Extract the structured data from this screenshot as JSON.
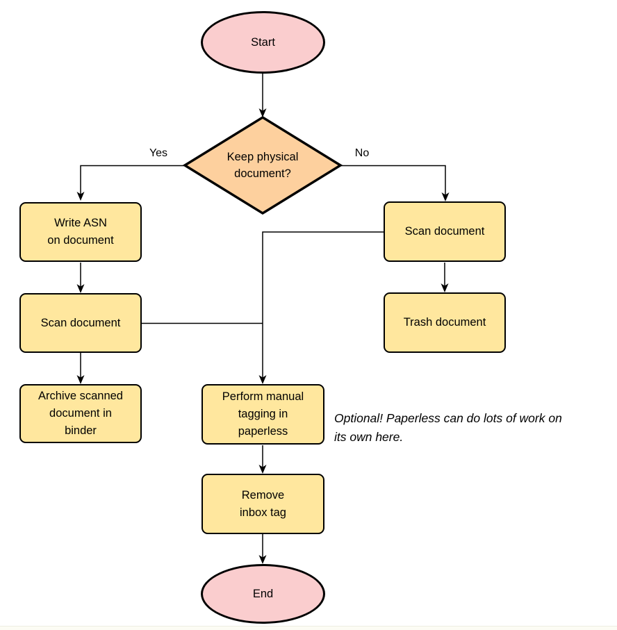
{
  "colors": {
    "process_fill": "#ffe79e",
    "decision_fill": "#fdd09e",
    "terminator_fill": "#facdce",
    "stroke": "#000000",
    "strip_fill": "#fcfcf4"
  },
  "nodes": {
    "start": {
      "label": "Start"
    },
    "decision": {
      "lines": [
        "Keep physical",
        "document?"
      ]
    },
    "write_asn": {
      "lines": [
        "Write ASN",
        "on document"
      ]
    },
    "scan_left": {
      "label": "Scan document"
    },
    "archive": {
      "lines": [
        "Archive scanned",
        "document in",
        "binder"
      ]
    },
    "scan_right": {
      "label": "Scan document"
    },
    "trash": {
      "label": "Trash document"
    },
    "perform": {
      "lines": [
        "Perform manual",
        "tagging in",
        "paperless"
      ]
    },
    "remove": {
      "lines": [
        "Remove",
        "inbox tag"
      ]
    },
    "end": {
      "label": "End"
    }
  },
  "edge_labels": {
    "yes": "Yes",
    "no": "No"
  },
  "note": {
    "lines": [
      "Optional! Paperless can do lots of work on",
      "its own here."
    ]
  }
}
